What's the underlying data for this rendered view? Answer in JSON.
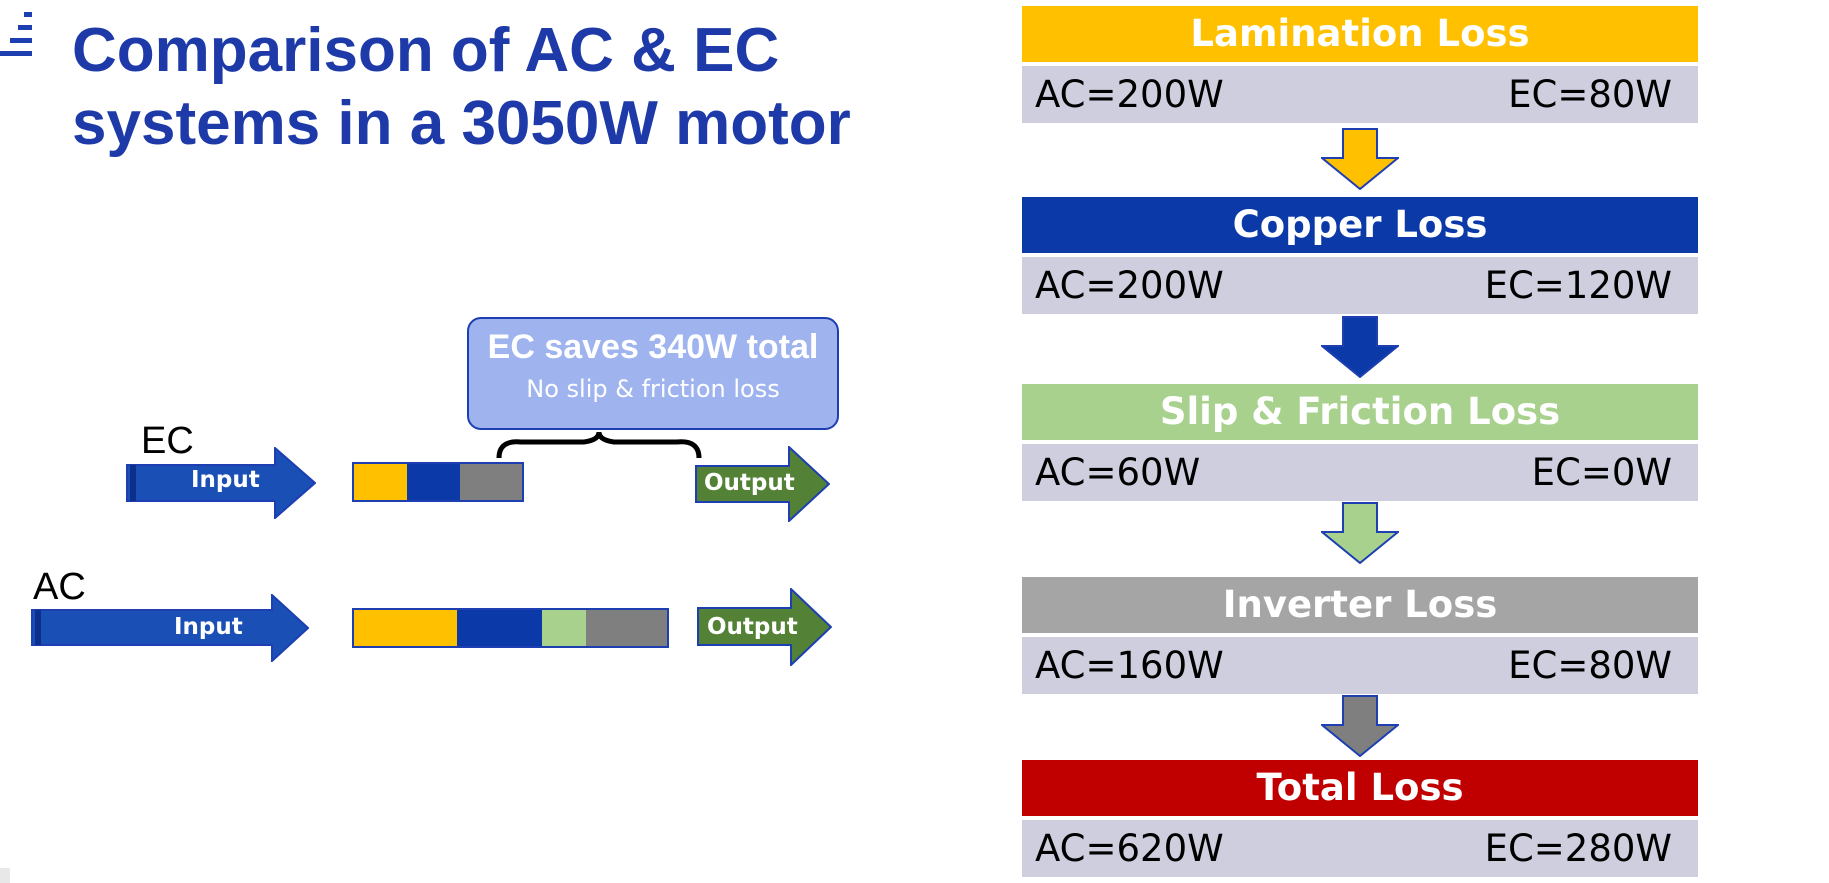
{
  "title_line1": "Comparison of AC & EC",
  "title_line2": "systems in a 3050W motor",
  "stages": [
    {
      "name": "Lamination Loss",
      "ac": "AC=200W",
      "ec": "EC=80W",
      "color": "#ffc000"
    },
    {
      "name": "Copper Loss",
      "ac": "AC=200W",
      "ec": "EC=120W",
      "color": "#0b3aa8"
    },
    {
      "name": "Slip & Friction Loss",
      "ac": "AC=60W",
      "ec": "EC=0W",
      "color": "#a9d18e"
    },
    {
      "name": "Inverter Loss",
      "ac": "AC=160W",
      "ec": "EC=80W",
      "color": "#a5a5a5"
    },
    {
      "name": "Total Loss",
      "ac": "AC=620W",
      "ec": "EC=280W",
      "color": "#c00000"
    }
  ],
  "diagram": {
    "ec_label": "EC",
    "ac_label": "AC",
    "input_label": "Input",
    "output_label": "Output",
    "callout_title": "EC saves 340W total",
    "callout_sub": "No slip & friction loss",
    "segment_colors": {
      "lamination": "#ffc000",
      "copper": "#0b3aa8",
      "slip": "#a9d18e",
      "inverter": "#7f7f7f"
    },
    "input_color": "#1a4fb5",
    "output_color": "#538135"
  }
}
